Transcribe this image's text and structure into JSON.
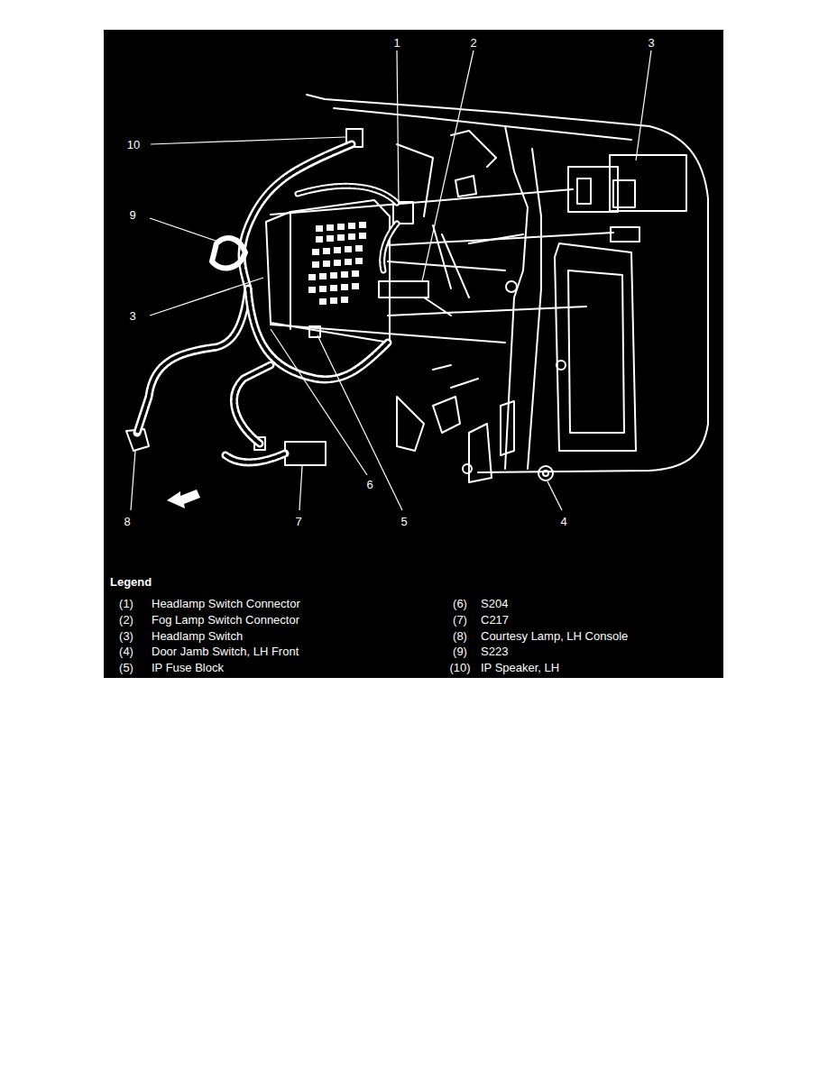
{
  "diagram": {
    "labels": [
      "1",
      "2",
      "3",
      "10",
      "9",
      "3",
      "8",
      "7",
      "6",
      "5",
      "4",
      "Legend",
      "(1)",
      "Headlamp Switch Connector",
      "(2)",
      "Fog Lamp Switch Connector",
      "(3)",
      "Headlamp Switch",
      "(4)",
      "Door Jamb Switch, LH Front",
      "(5)",
      "IP Fuse Block",
      "(6)",
      "S204",
      "(7)",
      "C217",
      "(8)",
      "Courtesy Lamp, LH Console",
      "(9)",
      "S223",
      "(10)",
      "IP Speaker, LH"
    ]
  }
}
